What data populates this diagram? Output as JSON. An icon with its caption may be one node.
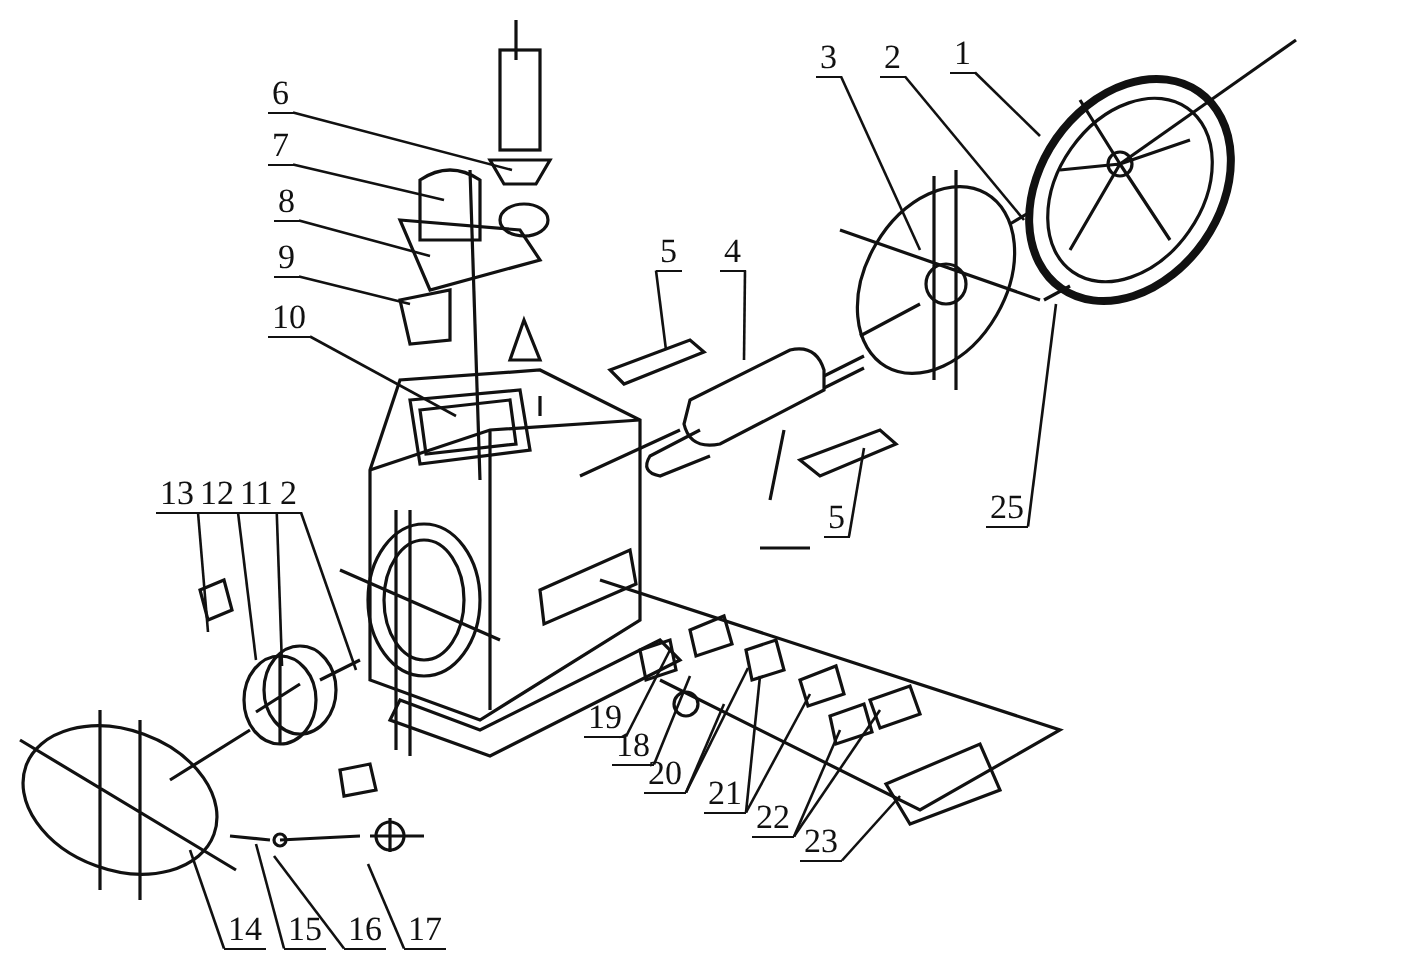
{
  "diagram": {
    "nodes": [
      {
        "text": [
          "1"
        ]
      },
      {
        "text": [
          "2"
        ]
      },
      {
        "text": [
          "3"
        ]
      },
      {
        "text": [
          "6"
        ]
      },
      {
        "text": [
          "7"
        ]
      },
      {
        "text": [
          "8"
        ]
      },
      {
        "text": [
          "9"
        ]
      },
      {
        "text": [
          "10"
        ]
      },
      {
        "text": [
          "5"
        ]
      },
      {
        "text": [
          "4"
        ]
      },
      {
        "text": [
          "5"
        ]
      },
      {
        "text": [
          "25"
        ]
      },
      {
        "text": [
          "13"
        ]
      },
      {
        "text": [
          "12"
        ]
      },
      {
        "text": [
          "11"
        ]
      },
      {
        "text": [
          "2"
        ]
      },
      {
        "text": [
          "19"
        ]
      },
      {
        "text": [
          "18"
        ]
      },
      {
        "text": [
          "20"
        ]
      },
      {
        "text": [
          "21"
        ]
      },
      {
        "text": [
          "22"
        ]
      },
      {
        "text": [
          "23"
        ]
      },
      {
        "text": [
          "14"
        ]
      },
      {
        "text": [
          "15"
        ]
      },
      {
        "text": [
          "16"
        ]
      },
      {
        "text": [
          "17"
        ]
      }
    ],
    "edges": [
      {
        "from": 0,
        "to": null,
        "arrow": "none"
      },
      {
        "from": 1,
        "to": null,
        "arrow": "none"
      },
      {
        "from": 2,
        "to": null,
        "arrow": "none"
      },
      {
        "from": 3,
        "to": null,
        "arrow": "none"
      },
      {
        "from": 4,
        "to": null,
        "arrow": "none"
      },
      {
        "from": 5,
        "to": null,
        "arrow": "none"
      },
      {
        "from": 6,
        "to": null,
        "arrow": "none"
      },
      {
        "from": 7,
        "to": null,
        "arrow": "none"
      },
      {
        "from": 8,
        "to": null,
        "arrow": "none"
      },
      {
        "from": 9,
        "to": null,
        "arrow": "none"
      },
      {
        "from": 10,
        "to": null,
        "arrow": "none"
      },
      {
        "from": 11,
        "to": null,
        "arrow": "none"
      },
      {
        "from": 12,
        "to": null,
        "arrow": "none"
      },
      {
        "from": 13,
        "to": null,
        "arrow": "none"
      },
      {
        "from": 14,
        "to": null,
        "arrow": "none"
      },
      {
        "from": 15,
        "to": null,
        "arrow": "none"
      },
      {
        "from": 16,
        "to": null,
        "arrow": "none"
      },
      {
        "from": 17,
        "to": null,
        "arrow": "none"
      },
      {
        "from": 18,
        "to": null,
        "arrow": "none"
      },
      {
        "from": 18,
        "to": null,
        "arrow": "none"
      },
      {
        "from": 19,
        "to": null,
        "arrow": "none"
      },
      {
        "from": 19,
        "to": null,
        "arrow": "none"
      },
      {
        "from": 20,
        "to": null,
        "arrow": "none"
      },
      {
        "from": 20,
        "to": null,
        "arrow": "none"
      },
      {
        "from": 21,
        "to": null,
        "arrow": "none"
      },
      {
        "from": 22,
        "to": null,
        "arrow": "none"
      },
      {
        "from": 23,
        "to": null,
        "arrow": "none"
      },
      {
        "from": 24,
        "to": null,
        "arrow": "none"
      },
      {
        "from": 25,
        "to": null,
        "arrow": "none"
      }
    ]
  }
}
